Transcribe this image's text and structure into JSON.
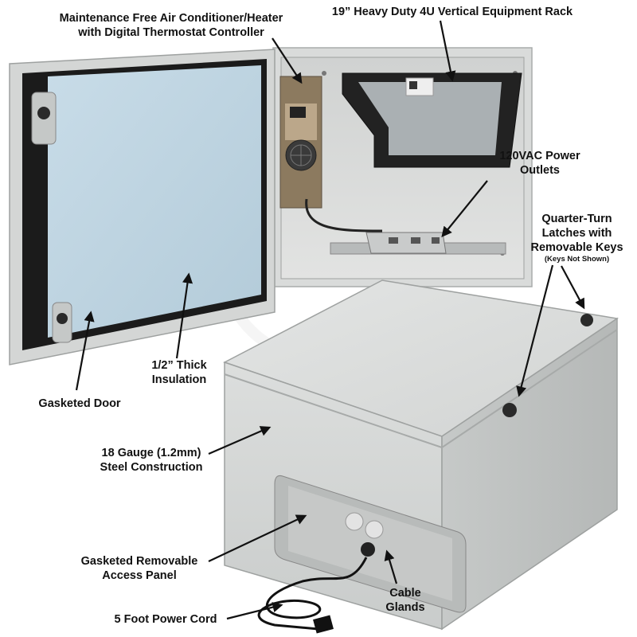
{
  "callouts": {
    "ac_heater": {
      "line1": "Maintenance Free Air Conditioner/Heater",
      "line2": "with Digital Thermostat Controller"
    },
    "rack": {
      "line1": "19” Heavy Duty 4U Vertical Equipment Rack"
    },
    "outlets": {
      "line1": "120VAC Power",
      "line2": "Outlets"
    },
    "latches": {
      "line1": "Quarter-Turn",
      "line2": "Latches with",
      "line3": "Removable Keys",
      "note": "(Keys Not Shown)"
    },
    "insulation": {
      "line1": "1/2” Thick",
      "line2": "Insulation"
    },
    "gasketed_door": {
      "line1": "Gasketed Door"
    },
    "steel": {
      "line1": "18 Gauge (1.2mm)",
      "line2": "Steel Construction"
    },
    "access_panel": {
      "line1": "Gasketed Removable",
      "line2": "Access Panel"
    },
    "power_cord": {
      "line1": "5 Foot Power Cord"
    },
    "cable_glands": {
      "line1": "Cable",
      "line2": "Glands"
    }
  },
  "colors": {
    "enclosure": "#d7d9d8",
    "enclosure_shadow": "#b9bcbb",
    "gasket": "#1c1c1c",
    "insulation": "#bfd6e4",
    "rack": "#1e1e1e"
  }
}
